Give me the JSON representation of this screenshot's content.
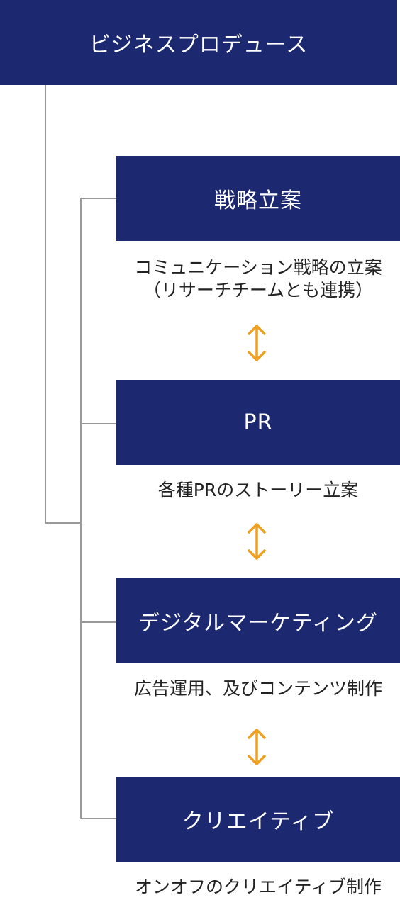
{
  "root": {
    "label": "ビジネスプロデュース"
  },
  "items": [
    {
      "label": "戦略立案",
      "description_lines": [
        "コミュニケーション戦略の立案",
        "（リサーチチームとも連携）"
      ]
    },
    {
      "label": "PR",
      "description_lines": [
        "各種PRのストーリー立案"
      ]
    },
    {
      "label": "デジタルマーケティング",
      "description_lines": [
        "広告運用、及びコンテンツ制作"
      ]
    },
    {
      "label": "クリエイティブ",
      "description_lines": [
        "オンオフのクリエイティブ制作"
      ]
    }
  ],
  "colors": {
    "box": "#1c2870",
    "box_text": "#ffffff",
    "connector": "#9a9a9a",
    "arrow": "#f0a020",
    "description_text": "#222222"
  },
  "icons": {
    "between_items": "double-headed-vertical-arrow-icon"
  }
}
